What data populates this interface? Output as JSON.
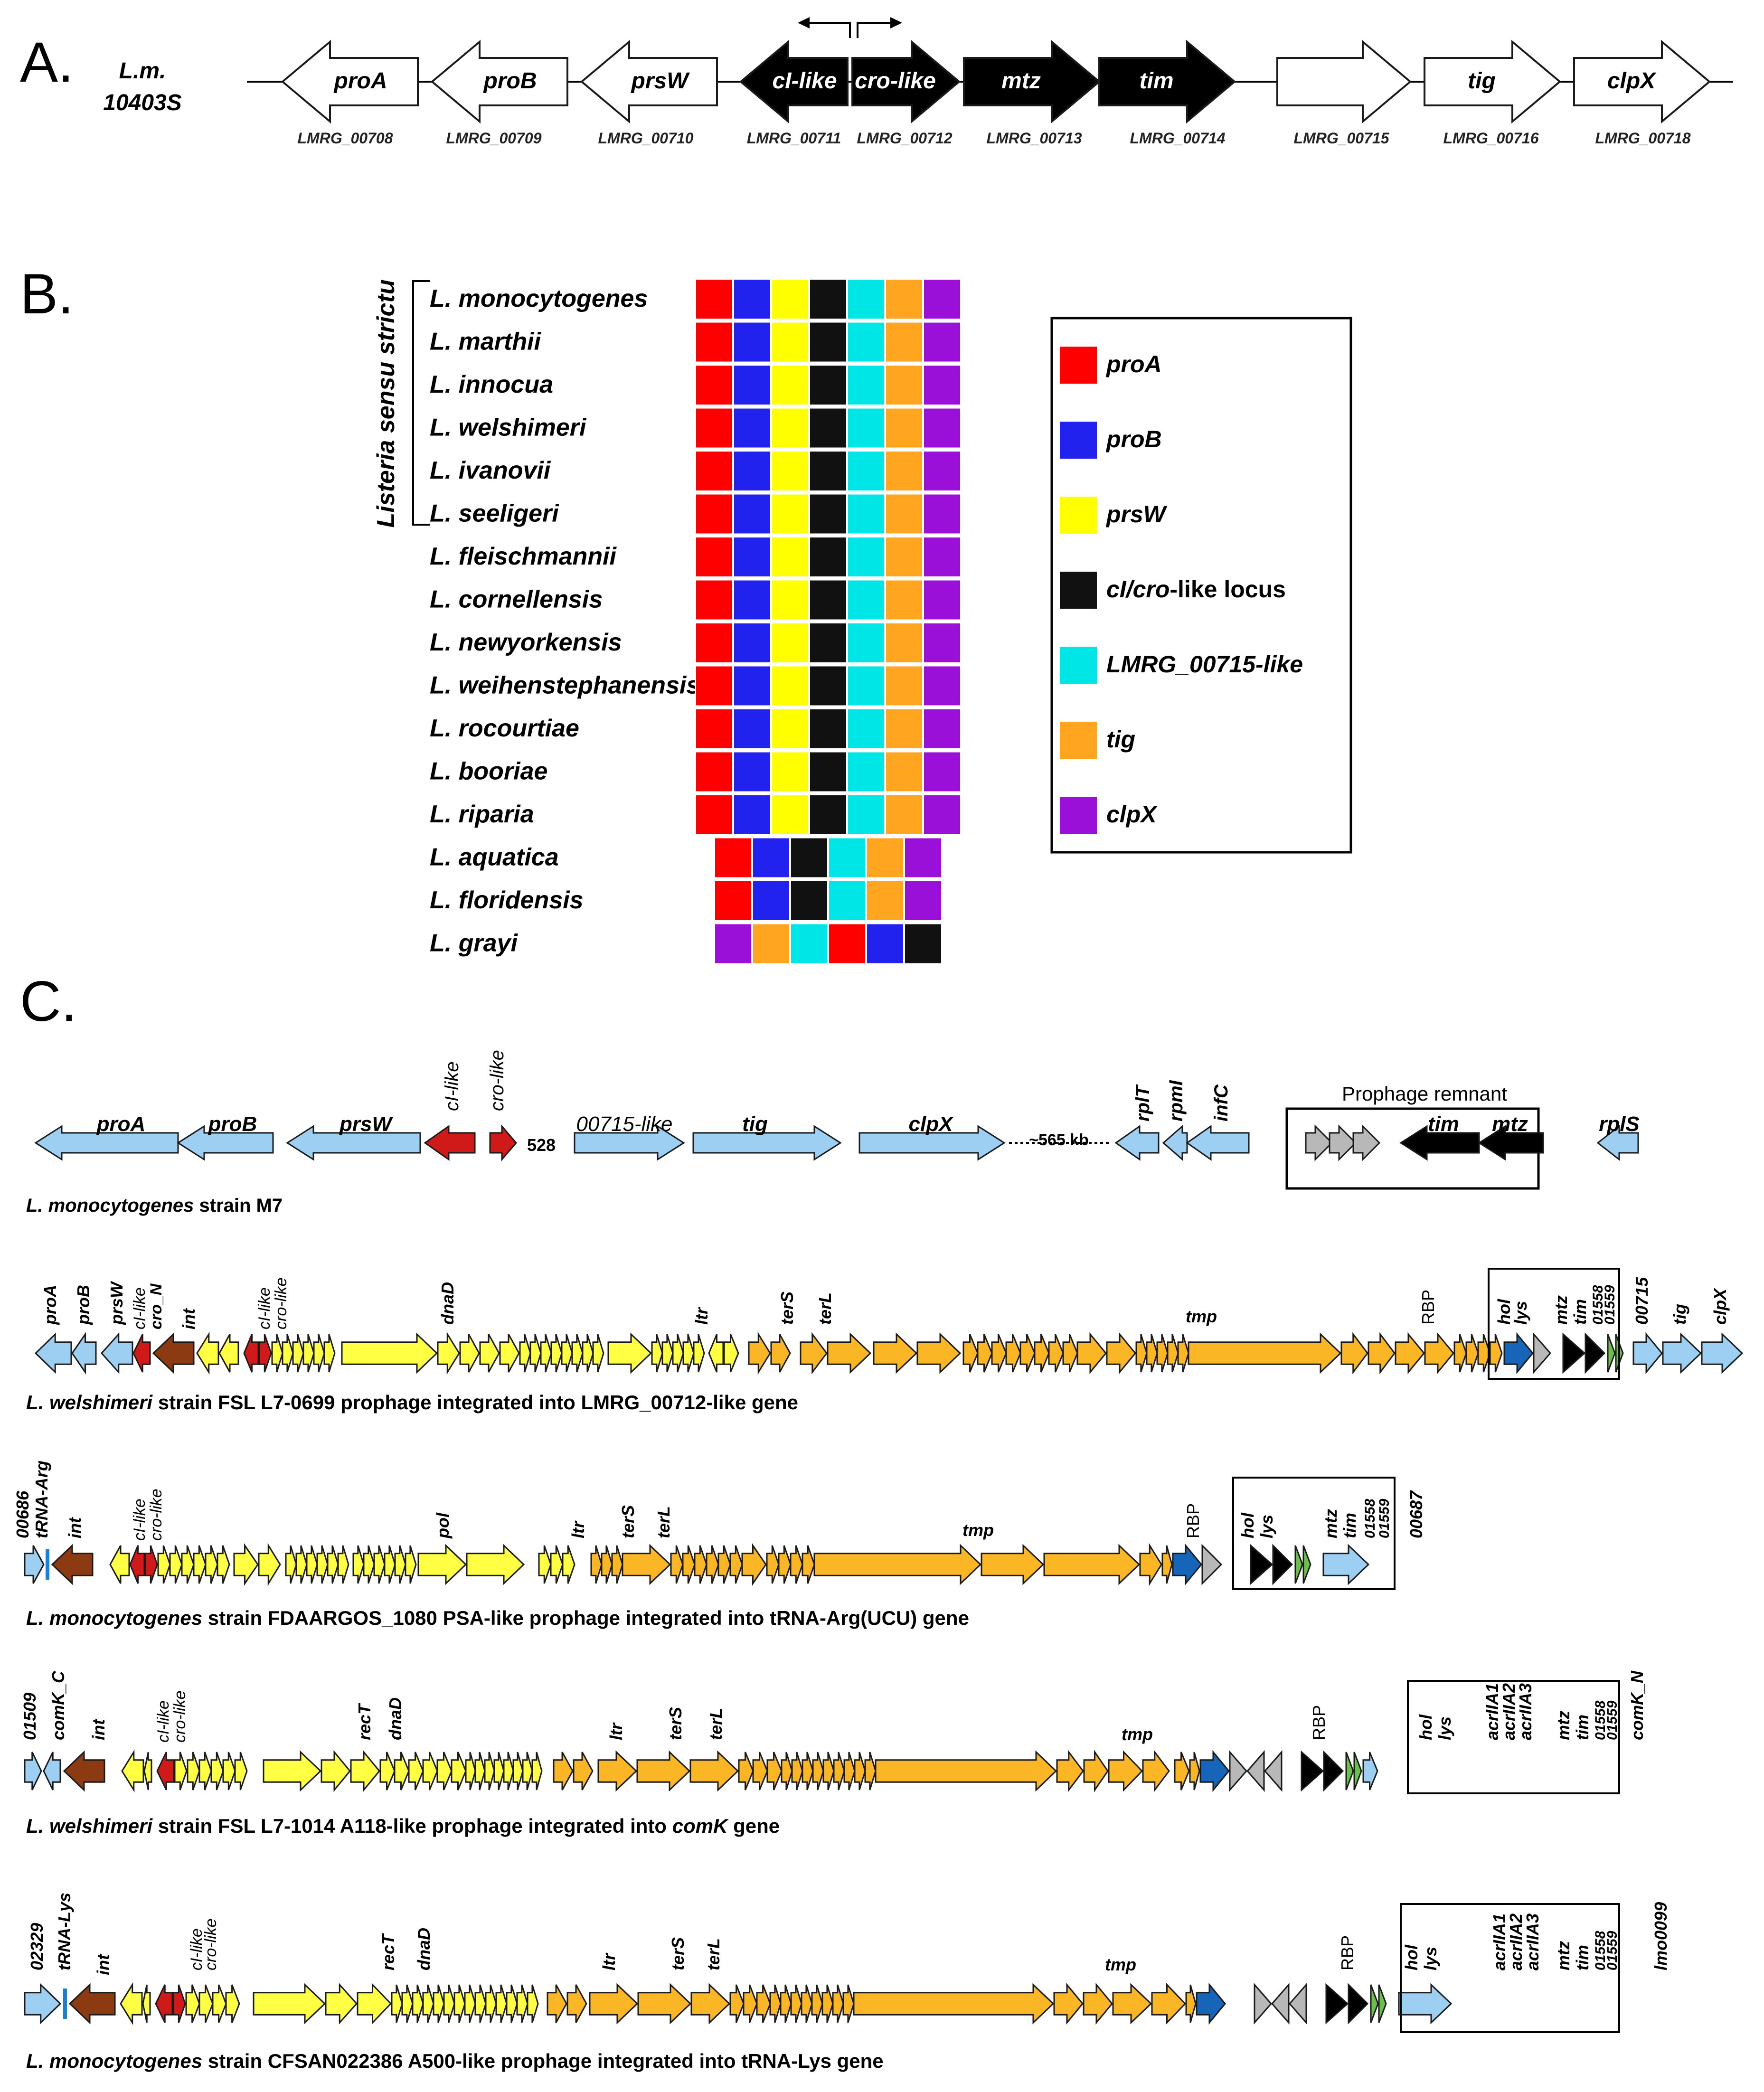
{
  "labels": {
    "a": "A.",
    "b": "B.",
    "c": "C."
  },
  "panelA": {
    "strain": [
      "L.m.",
      "10403S"
    ],
    "genes": [
      {
        "name": "proA",
        "locus": "LMRG_00708",
        "dir": "left",
        "fill": "white"
      },
      {
        "name": "proB",
        "locus": "LMRG_00709",
        "dir": "left",
        "fill": "white"
      },
      {
        "name": "prsW",
        "locus": "LMRG_00710",
        "dir": "left",
        "fill": "white"
      },
      {
        "name": "cI-like",
        "locus": "LMRG_00711",
        "dir": "left",
        "fill": "black"
      },
      {
        "name": "cro-like",
        "locus": "LMRG_00712",
        "dir": "right",
        "fill": "black"
      },
      {
        "name": "mtz",
        "locus": "LMRG_00713",
        "dir": "right",
        "fill": "black"
      },
      {
        "name": "tim",
        "locus": "LMRG_00714",
        "dir": "right",
        "fill": "black"
      },
      {
        "name": "",
        "locus": "LMRG_00715",
        "dir": "right",
        "fill": "white"
      },
      {
        "name": "tig",
        "locus": "LMRG_00716",
        "dir": "right",
        "fill": "white"
      },
      {
        "name": "clpX",
        "locus": "LMRG_00718",
        "dir": "right",
        "fill": "white"
      }
    ]
  },
  "panelB": {
    "bracket_label": "Listeria sensu strictu",
    "colors": {
      "proA": "#ff0000",
      "proB": "#2222ee",
      "prsW": "#ffff00",
      "ci": "#111111",
      "lmrg": "#00e5e5",
      "tig": "#ffa51f",
      "clpX": "#9b10d8"
    },
    "species": [
      {
        "name": "L. monocytogenes",
        "order": [
          "proA",
          "proB",
          "prsW",
          "ci",
          "lmrg",
          "tig",
          "clpX"
        ]
      },
      {
        "name": "L. marthii",
        "order": [
          "proA",
          "proB",
          "prsW",
          "ci",
          "lmrg",
          "tig",
          "clpX"
        ]
      },
      {
        "name": "L. innocua",
        "order": [
          "proA",
          "proB",
          "prsW",
          "ci",
          "lmrg",
          "tig",
          "clpX"
        ]
      },
      {
        "name": "L. welshimeri",
        "order": [
          "proA",
          "proB",
          "prsW",
          "ci",
          "lmrg",
          "tig",
          "clpX"
        ]
      },
      {
        "name": "L. ivanovii",
        "order": [
          "proA",
          "proB",
          "prsW",
          "ci",
          "lmrg",
          "tig",
          "clpX"
        ]
      },
      {
        "name": "L. seeligeri",
        "order": [
          "proA",
          "proB",
          "prsW",
          "ci",
          "lmrg",
          "tig",
          "clpX"
        ]
      },
      {
        "name": "L. fleischmannii",
        "order": [
          "proA",
          "proB",
          "prsW",
          "ci",
          "lmrg",
          "tig",
          "clpX"
        ]
      },
      {
        "name": "L. cornellensis",
        "order": [
          "proA",
          "proB",
          "prsW",
          "ci",
          "lmrg",
          "tig",
          "clpX"
        ]
      },
      {
        "name": "L. newyorkensis",
        "order": [
          "proA",
          "proB",
          "prsW",
          "ci",
          "lmrg",
          "tig",
          "clpX"
        ]
      },
      {
        "name": "L. weihenstephanensis",
        "order": [
          "proA",
          "proB",
          "prsW",
          "ci",
          "lmrg",
          "tig",
          "clpX"
        ]
      },
      {
        "name": "L. rocourtiae",
        "order": [
          "proA",
          "proB",
          "prsW",
          "ci",
          "lmrg",
          "tig",
          "clpX"
        ]
      },
      {
        "name": "L. booriae",
        "order": [
          "proA",
          "proB",
          "prsW",
          "ci",
          "lmrg",
          "tig",
          "clpX"
        ]
      },
      {
        "name": "L. riparia",
        "order": [
          "proA",
          "proB",
          "prsW",
          "ci",
          "lmrg",
          "tig",
          "clpX"
        ]
      },
      {
        "name": "L. aquatica",
        "order": [
          "proA",
          "proB",
          "ci",
          "lmrg",
          "tig",
          "clpX"
        ]
      },
      {
        "name": "L. floridensis",
        "order": [
          "proA",
          "proB",
          "ci",
          "lmrg",
          "tig",
          "clpX"
        ]
      },
      {
        "name": "L. grayi",
        "order": [
          "clpX",
          "tig",
          "lmrg",
          "proA",
          "proB",
          "ci"
        ]
      }
    ],
    "legend": [
      {
        "key": "proA",
        "label": "proA"
      },
      {
        "key": "proB",
        "label": "proB"
      },
      {
        "key": "prsW",
        "label": "prsW"
      },
      {
        "key": "ci",
        "label": "cI/cro-like locus"
      },
      {
        "key": "lmrg",
        "label": "LMRG_00715-like"
      },
      {
        "key": "tig",
        "label": "tig"
      },
      {
        "key": "clpX",
        "label": "clpX"
      }
    ]
  },
  "panelC": {
    "colors": {
      "blue": "#9dcff2",
      "red": "#d01a1a",
      "brown": "#8b3a12",
      "yellow": "#ffff44",
      "orange": "#fbb626",
      "darkblue": "#1665b8",
      "gray": "#b8b8b8",
      "black": "#000000",
      "green": "#6cc04a"
    },
    "m7": {
      "caption": "L. monocytogenes strain M7",
      "labels": [
        "proA",
        "proB",
        "prsW",
        "cI-like",
        "cro-like",
        "528",
        "00715-like",
        "tig",
        "clpX",
        "~565 kb",
        "rplT",
        "rpmI",
        "infC",
        "Prophage remnant",
        "tim",
        "mtz",
        "rplS"
      ]
    },
    "captions": [
      {
        "italic": "L. welshimeri",
        "rest": " strain FSL L7-0699 prophage integrated into LMRG_00712-like gene"
      },
      {
        "italic": "L. monocytogenes",
        "rest": " strain FDAARGOS_1080 PSA-like prophage integrated into tRNA-Arg(UCU) gene"
      },
      {
        "italic": "L. welshimeri",
        "rest": " strain FSL L7-1014 A118-like prophage integrated into ",
        "italic2": "comK",
        "rest2": " gene"
      },
      {
        "italic": "L. monocytogenes",
        "rest": " strain CFSAN022386 A500-like prophage integrated into tRNA-Lys gene"
      }
    ],
    "track1_labels": [
      "proA",
      "proB",
      "prsW",
      "cI-like",
      "cro_N",
      "int",
      "cI-like",
      "cro-like",
      "dnaD",
      "ltr",
      "terS",
      "terL",
      "tmp",
      "RBP",
      "hol",
      "lys",
      "mtz",
      "tim",
      "01558",
      "01559",
      "00715",
      "tig",
      "clpX"
    ],
    "track2_labels": [
      "00686",
      "tRNA-Arg",
      "int",
      "cI-like",
      "cro-like",
      "pol",
      "ltr",
      "terS",
      "terL",
      "tmp",
      "RBP",
      "hol",
      "lys",
      "mtz",
      "tim",
      "01558",
      "01559",
      "00687"
    ],
    "track3_labels": [
      "01509",
      "comK_C",
      "int",
      "cI-like",
      "cro-like",
      "recT",
      "dnaD",
      "ltr",
      "terS",
      "terL",
      "tmp",
      "RBP",
      "hol",
      "lys",
      "acrIIA1",
      "acrIIA2",
      "acrIIA3",
      "mtz",
      "tim",
      "01558",
      "01559",
      "comK_N"
    ],
    "track4_labels": [
      "02329",
      "tRNA-Lys",
      "int",
      "cI-like",
      "cro-like",
      "recT",
      "dnaD",
      "ltr",
      "terS",
      "terL",
      "tmp",
      "RBP",
      "hol",
      "lys",
      "acrIIA1",
      "acrIIA2",
      "acrIIA3",
      "mtz",
      "tim",
      "01558",
      "01559",
      "lmo0099"
    ]
  }
}
